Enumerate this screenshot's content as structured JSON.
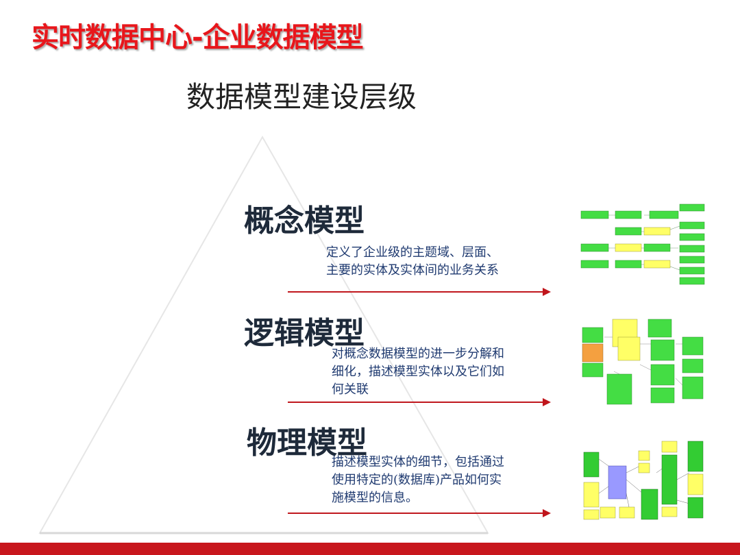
{
  "slide": {
    "title": "实时数据中心-企业数据模型",
    "subtitle": "数据模型建设层级"
  },
  "levels": [
    {
      "name": "概念模型",
      "description": [
        "定义了企业级的主题域、层面、",
        "主要的实体及实体间的业务关系"
      ],
      "thumbnail": "conceptual-model-diagram"
    },
    {
      "name": "逻辑模型",
      "description": [
        "对概念数据模型的进一步分解和",
        "细化，描述模型实体以及它们如",
        "何关联"
      ],
      "thumbnail": "logical-model-diagram"
    },
    {
      "name": "物理模型",
      "description": [
        "描述模型实体的细节，包括通过",
        "使用特定的(数据库)产品如何实",
        "施模型的信息。"
      ],
      "thumbnail": "physical-model-diagram"
    }
  ],
  "colors": {
    "title_red": "#e8161b",
    "arrow_red": "#c0161c",
    "bar_red": "#c8161d",
    "entity_green": "#33cc33",
    "entity_yellow": "#ffff66",
    "entity_orange": "#f4a040",
    "entity_purple": "#9999ff"
  }
}
